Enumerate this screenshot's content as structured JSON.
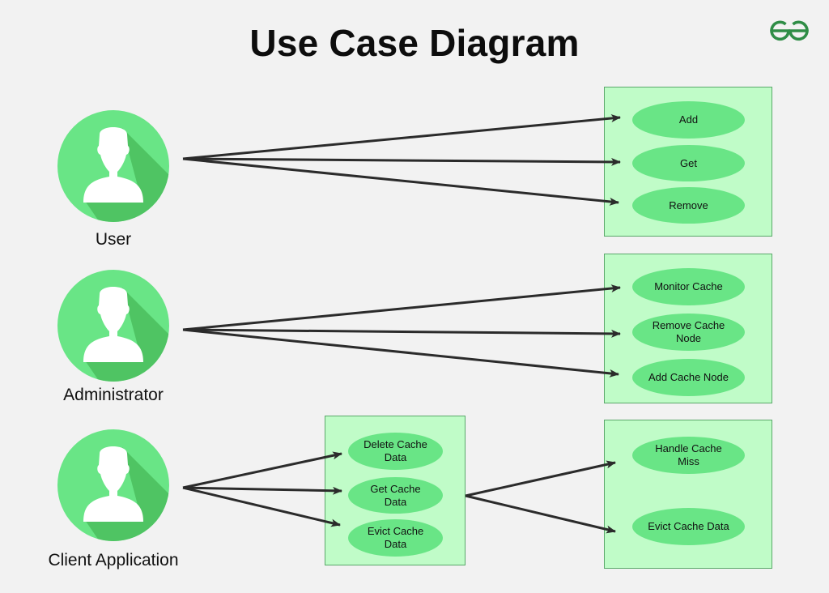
{
  "title": "Use Case Diagram",
  "logo": {
    "name": "geeksforgeeks-logo",
    "color": "#2f8d46"
  },
  "colors": {
    "background": "#f2f2f2",
    "actor_circle": "#69e586",
    "actor_shadow": "#4fc463",
    "system_box_fill": "#c0fcc8",
    "system_box_border": "#5aa86a",
    "usecase_fill": "#69e586",
    "arrow": "#2b2b2b"
  },
  "actors": [
    {
      "id": "user",
      "label": "User"
    },
    {
      "id": "administrator",
      "label": "Administrator"
    },
    {
      "id": "client",
      "label": "Client Application"
    }
  ],
  "systems": [
    {
      "id": "user-cache-ops",
      "usecases": [
        {
          "id": "add",
          "label": "Add"
        },
        {
          "id": "get",
          "label": "Get"
        },
        {
          "id": "remove",
          "label": "Remove"
        }
      ]
    },
    {
      "id": "admin-cache-ops",
      "usecases": [
        {
          "id": "monitor-cache",
          "label": "Monitor Cache"
        },
        {
          "id": "remove-cache-node",
          "label": "Remove Cache\nNode"
        },
        {
          "id": "add-cache-node",
          "label": "Add Cache Node"
        }
      ]
    },
    {
      "id": "client-cache-ops",
      "usecases": [
        {
          "id": "delete-cache-data",
          "label": "Delete Cache\nData"
        },
        {
          "id": "get-cache-data",
          "label": "Get Cache\nData"
        },
        {
          "id": "evict-cache-data-client",
          "label": "Evict Cache\nData"
        }
      ]
    },
    {
      "id": "cache-miss-ops",
      "usecases": [
        {
          "id": "handle-cache-miss",
          "label": "Handle Cache\nMiss"
        },
        {
          "id": "evict-cache-data",
          "label": "Evict Cache Data"
        }
      ]
    }
  ],
  "relations": [
    {
      "from": "user",
      "to": "add"
    },
    {
      "from": "user",
      "to": "get"
    },
    {
      "from": "user",
      "to": "remove"
    },
    {
      "from": "administrator",
      "to": "monitor-cache"
    },
    {
      "from": "administrator",
      "to": "remove-cache-node"
    },
    {
      "from": "administrator",
      "to": "add-cache-node"
    },
    {
      "from": "client",
      "to": "delete-cache-data"
    },
    {
      "from": "client",
      "to": "get-cache-data"
    },
    {
      "from": "client",
      "to": "evict-cache-data-client"
    },
    {
      "from": "client-cache-ops",
      "to": "handle-cache-miss"
    },
    {
      "from": "client-cache-ops",
      "to": "evict-cache-data"
    }
  ]
}
